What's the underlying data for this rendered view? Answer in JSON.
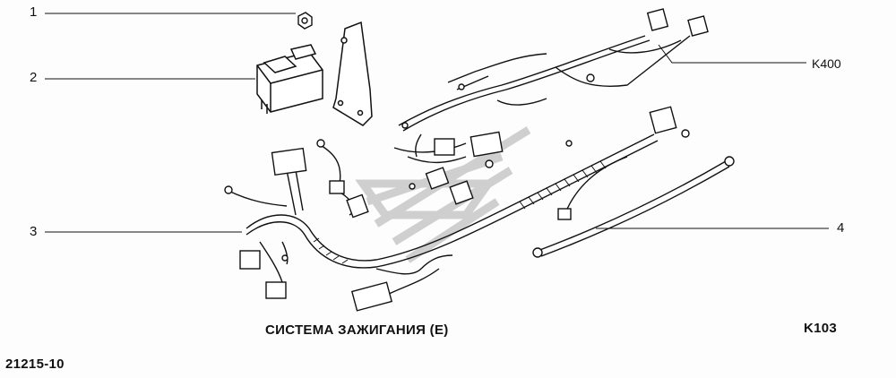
{
  "callouts": {
    "c1": "1",
    "c2": "2",
    "c3": "3",
    "c4": "4",
    "k400": "K400"
  },
  "caption": {
    "title": "СИСТЕМА ЗАЖИГАНИЯ (E)",
    "code": "K103",
    "doc_number": "21215-10"
  },
  "colors": {
    "line": "#111111",
    "watermark": "#c8c8c8"
  }
}
